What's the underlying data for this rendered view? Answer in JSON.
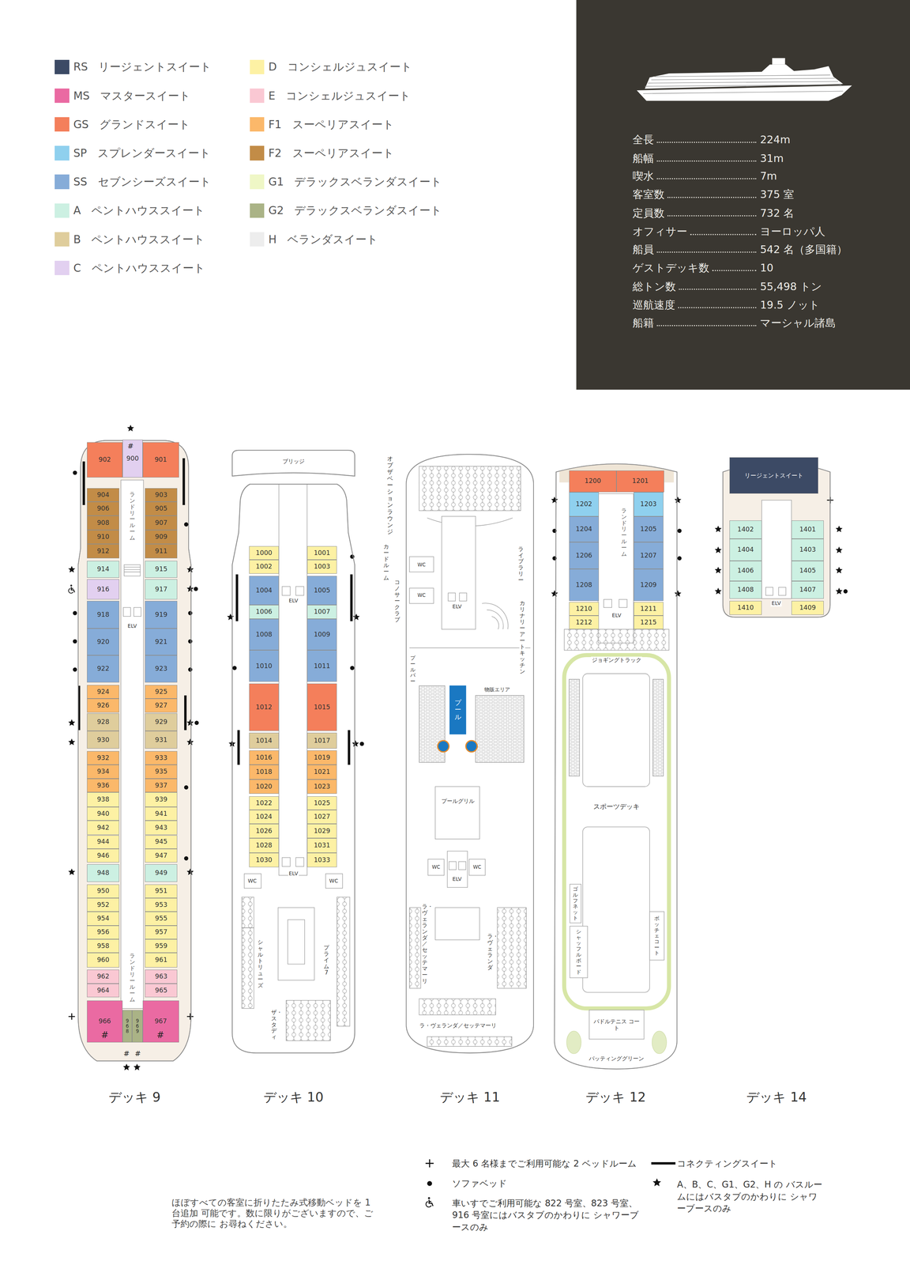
{
  "diagram": {
    "nodes": [
      {
        "text": [
          "デッキ 9"
        ]
      },
      {
        "text": [
          "902"
        ],
        "in": 0
      },
      {
        "text": [
          "900"
        ],
        "in": 0
      },
      {
        "text": [
          "901"
        ],
        "in": 0
      },
      {
        "text": [
          "904"
        ],
        "in": 0
      },
      {
        "text": [
          "903"
        ],
        "in": 0
      },
      {
        "text": [
          "906"
        ],
        "in": 0
      },
      {
        "text": [
          "905"
        ],
        "in": 0
      },
      {
        "text": [
          "908"
        ],
        "in": 0
      },
      {
        "text": [
          "907"
        ],
        "in": 0
      },
      {
        "text": [
          "910"
        ],
        "in": 0
      },
      {
        "text": [
          "909"
        ],
        "in": 0
      },
      {
        "text": [
          "912"
        ],
        "in": 0
      },
      {
        "text": [
          "911"
        ],
        "in": 0
      },
      {
        "text": [
          "914"
        ],
        "in": 0
      },
      {
        "text": [
          "915"
        ],
        "in": 0
      },
      {
        "text": [
          "916"
        ],
        "in": 0
      },
      {
        "text": [
          "917"
        ],
        "in": 0
      },
      {
        "text": [
          "918"
        ],
        "in": 0
      },
      {
        "text": [
          "919"
        ],
        "in": 0
      },
      {
        "text": [
          "920"
        ],
        "in": 0
      },
      {
        "text": [
          "921"
        ],
        "in": 0
      },
      {
        "text": [
          "922"
        ],
        "in": 0
      },
      {
        "text": [
          "923"
        ],
        "in": 0
      },
      {
        "text": [
          "924"
        ],
        "in": 0
      },
      {
        "text": [
          "925"
        ],
        "in": 0
      },
      {
        "text": [
          "926"
        ],
        "in": 0
      },
      {
        "text": [
          "927"
        ],
        "in": 0
      },
      {
        "text": [
          "928"
        ],
        "in": 0
      },
      {
        "text": [
          "929"
        ],
        "in": 0
      },
      {
        "text": [
          "930"
        ],
        "in": 0
      },
      {
        "text": [
          "931"
        ],
        "in": 0
      },
      {
        "text": [
          "932"
        ],
        "in": 0
      },
      {
        "text": [
          "933"
        ],
        "in": 0
      },
      {
        "text": [
          "934"
        ],
        "in": 0
      },
      {
        "text": [
          "935"
        ],
        "in": 0
      },
      {
        "text": [
          "936"
        ],
        "in": 0
      },
      {
        "text": [
          "937"
        ],
        "in": 0
      },
      {
        "text": [
          "938"
        ],
        "in": 0
      },
      {
        "text": [
          "939"
        ],
        "in": 0
      },
      {
        "text": [
          "940"
        ],
        "in": 0
      },
      {
        "text": [
          "941"
        ],
        "in": 0
      },
      {
        "text": [
          "942"
        ],
        "in": 0
      },
      {
        "text": [
          "943"
        ],
        "in": 0
      },
      {
        "text": [
          "944"
        ],
        "in": 0
      },
      {
        "text": [
          "945"
        ],
        "in": 0
      },
      {
        "text": [
          "946"
        ],
        "in": 0
      },
      {
        "text": [
          "947"
        ],
        "in": 0
      },
      {
        "text": [
          "948"
        ],
        "in": 0
      },
      {
        "text": [
          "949"
        ],
        "in": 0
      },
      {
        "text": [
          "950"
        ],
        "in": 0
      },
      {
        "text": [
          "951"
        ],
        "in": 0
      },
      {
        "text": [
          "952"
        ],
        "in": 0
      },
      {
        "text": [
          "953"
        ],
        "in": 0
      },
      {
        "text": [
          "954"
        ],
        "in": 0
      },
      {
        "text": [
          "955"
        ],
        "in": 0
      },
      {
        "text": [
          "956"
        ],
        "in": 0
      },
      {
        "text": [
          "957"
        ],
        "in": 0
      },
      {
        "text": [
          "958"
        ],
        "in": 0
      },
      {
        "text": [
          "959"
        ],
        "in": 0
      },
      {
        "text": [
          "960"
        ],
        "in": 0
      },
      {
        "text": [
          "961"
        ],
        "in": 0
      },
      {
        "text": [
          "962"
        ],
        "in": 0
      },
      {
        "text": [
          "963"
        ],
        "in": 0
      },
      {
        "text": [
          "964"
        ],
        "in": 0
      },
      {
        "text": [
          "965"
        ],
        "in": 0
      },
      {
        "text": [
          "966"
        ],
        "in": 0
      },
      {
        "text": [
          "968"
        ],
        "in": 0
      },
      {
        "text": [
          "969"
        ],
        "in": 0
      },
      {
        "text": [
          "967"
        ],
        "in": 0
      },
      {
        "text": [
          "デッキ 10"
        ]
      },
      {
        "text": [
          "1000"
        ],
        "in": 70
      },
      {
        "text": [
          "1001"
        ],
        "in": 70
      },
      {
        "text": [
          "1002"
        ],
        "in": 70
      },
      {
        "text": [
          "1003"
        ],
        "in": 70
      },
      {
        "text": [
          "1004"
        ],
        "in": 70
      },
      {
        "text": [
          "1005"
        ],
        "in": 70
      },
      {
        "text": [
          "1006"
        ],
        "in": 70
      },
      {
        "text": [
          "1007"
        ],
        "in": 70
      },
      {
        "text": [
          "1008"
        ],
        "in": 70
      },
      {
        "text": [
          "1009"
        ],
        "in": 70
      },
      {
        "text": [
          "1010"
        ],
        "in": 70
      },
      {
        "text": [
          "1011"
        ],
        "in": 70
      },
      {
        "text": [
          "1012"
        ],
        "in": 70
      },
      {
        "text": [
          "1015"
        ],
        "in": 70
      },
      {
        "text": [
          "1014"
        ],
        "in": 70
      },
      {
        "text": [
          "1017"
        ],
        "in": 70
      },
      {
        "text": [
          "1016"
        ],
        "in": 70
      },
      {
        "text": [
          "1019"
        ],
        "in": 70
      },
      {
        "text": [
          "1018"
        ],
        "in": 70
      },
      {
        "text": [
          "1021"
        ],
        "in": 70
      },
      {
        "text": [
          "1020"
        ],
        "in": 70
      },
      {
        "text": [
          "1023"
        ],
        "in": 70
      },
      {
        "text": [
          "1022"
        ],
        "in": 70
      },
      {
        "text": [
          "1025"
        ],
        "in": 70
      },
      {
        "text": [
          "1024"
        ],
        "in": 70
      },
      {
        "text": [
          "1027"
        ],
        "in": 70
      },
      {
        "text": [
          "1026"
        ],
        "in": 70
      },
      {
        "text": [
          "1029"
        ],
        "in": 70
      },
      {
        "text": [
          "1028"
        ],
        "in": 70
      },
      {
        "text": [
          "1031"
        ],
        "in": 70
      },
      {
        "text": [
          "1030"
        ],
        "in": 70
      },
      {
        "text": [
          "1033"
        ],
        "in": 70
      },
      {
        "text": [
          "デッキ 11"
        ]
      },
      {
        "text": [
          "デッキ 12"
        ]
      },
      {
        "text": [
          "1200"
        ],
        "in": 104
      },
      {
        "text": [
          "1201"
        ],
        "in": 104
      },
      {
        "text": [
          "1202"
        ],
        "in": 104
      },
      {
        "text": [
          "1203"
        ],
        "in": 104
      },
      {
        "text": [
          "1204"
        ],
        "in": 104
      },
      {
        "text": [
          "1205"
        ],
        "in": 104
      },
      {
        "text": [
          "1206"
        ],
        "in": 104
      },
      {
        "text": [
          "1207"
        ],
        "in": 104
      },
      {
        "text": [
          "1208"
        ],
        "in": 104
      },
      {
        "text": [
          "1209"
        ],
        "in": 104
      },
      {
        "text": [
          "1210"
        ],
        "in": 104
      },
      {
        "text": [
          "1211"
        ],
        "in": 104
      },
      {
        "text": [
          "1212"
        ],
        "in": 104
      },
      {
        "text": [
          "1215"
        ],
        "in": 104
      },
      {
        "text": [
          "デッキ 14"
        ]
      },
      {
        "text": [
          "リージェントスイート"
        ],
        "in": 119
      },
      {
        "text": [
          "1402"
        ],
        "in": 119
      },
      {
        "text": [
          "1401"
        ],
        "in": 119
      },
      {
        "text": [
          "1404"
        ],
        "in": 119
      },
      {
        "text": [
          "1403"
        ],
        "in": 119
      },
      {
        "text": [
          "1406"
        ],
        "in": 119
      },
      {
        "text": [
          "1405"
        ],
        "in": 119
      },
      {
        "text": [
          "1408"
        ],
        "in": 119
      },
      {
        "text": [
          "1407"
        ],
        "in": 119
      },
      {
        "text": [
          "1410"
        ],
        "in": 119
      },
      {
        "text": [
          "1409"
        ],
        "in": 119
      }
    ],
    "labels": [
      "全長",
      "224m",
      "船幅",
      "31m",
      "喫水",
      "7m",
      "客室数",
      "375 室",
      "定員数",
      "732 名",
      "オフィサー",
      "ヨーロッパ人",
      "船員",
      "542 名（多国籍）",
      "ゲストデッキ数",
      "10",
      "総トン数",
      "55,498 トン",
      "巡航速度",
      "19.5 ノット",
      "船籍",
      "マーシャル諸島",
      "#",
      "ランドリールーム",
      "ELV",
      "ランドリールーム",
      "#",
      "#",
      "#",
      "#",
      "ブリッジ",
      "ELV",
      "ELV",
      "WC",
      "WC",
      "シャルトリューズ",
      "プライム7",
      "ザ・スタディ",
      "オブザベーションラウンジ",
      "カード ルーム",
      "コノサークラブ",
      "WC",
      "WC",
      "ライブラリー",
      "カリナリーアートキッチン",
      "ELV",
      "プールバー",
      "物販エリア",
      "プール",
      "プールグリル",
      "WC",
      "ELV",
      "WC",
      "ラ・ヴェランダ／セッテマーリ",
      "ラ・ヴェランダ",
      "ラ・ヴェランダ／セッテマーリ",
      "ランドリールーム",
      "ELV",
      "ジョギングトラック",
      "スポーツデッキ",
      "ゴルフネット",
      "シャッフルボード",
      "ボッチェコート",
      "パドルテニス コート",
      "パッティンググリーン",
      "ELV",
      "ほぼすべての客室に折りたたみ式移動ベッドを 1 台追加 可能です。数に限りがございますので、ご予約の際に お尋ねください。"
    ],
    "legend": [
      {
        "text": "RS リージェントスイート",
        "color": "#3c4a65"
      },
      {
        "text": "MS マスタースイート",
        "color": "#ea6aa2"
      },
      {
        "text": "GS グランドスイート",
        "color": "#f47f5b"
      },
      {
        "text": "SP スプレンダースイート",
        "color": "#8fd0ee"
      },
      {
        "text": "SS セブンシーズスイート",
        "color": "#86acd8"
      },
      {
        "text": "A ペントハウススイート",
        "color": "#ccf0e2"
      },
      {
        "text": "B ペントハウススイート",
        "color": "#dfcd9c"
      },
      {
        "text": "C ペントハウススイート",
        "color": "#e2d0f0"
      },
      {
        "text": "D コンシェルジュスイート",
        "color": "#fdf1a4"
      },
      {
        "text": "E コンシェルジュスイート",
        "color": "#fac8d3"
      },
      {
        "text": "F1 スーペリアスイート",
        "color": "#fbb86a"
      },
      {
        "text": "F2 スーペリアスイート",
        "color": "#c28c47"
      },
      {
        "text": "G1 デラックスベランダスイート",
        "color": "#eff7c6"
      },
      {
        "text": "G2 デラックスベランダスイート",
        "color": "#aab386"
      },
      {
        "text": "H ベランダスイート",
        "color": "#ededed"
      },
      {
        "text": "最大 6 名様までご利用可能な 2 ベッドルーム"
      },
      {
        "text": "ソファベッド"
      },
      {
        "text": "車いすでご利用可能な 822 号室、823 号室、 916 号室にはバスタブのかわりに シャワーブースのみ"
      },
      {
        "text": "コネクティングスイート"
      },
      {
        "text": "A、B、C、G1、G2、H の バスルームにはバスタブのかわりに シャワーブースのみ"
      }
    ]
  }
}
